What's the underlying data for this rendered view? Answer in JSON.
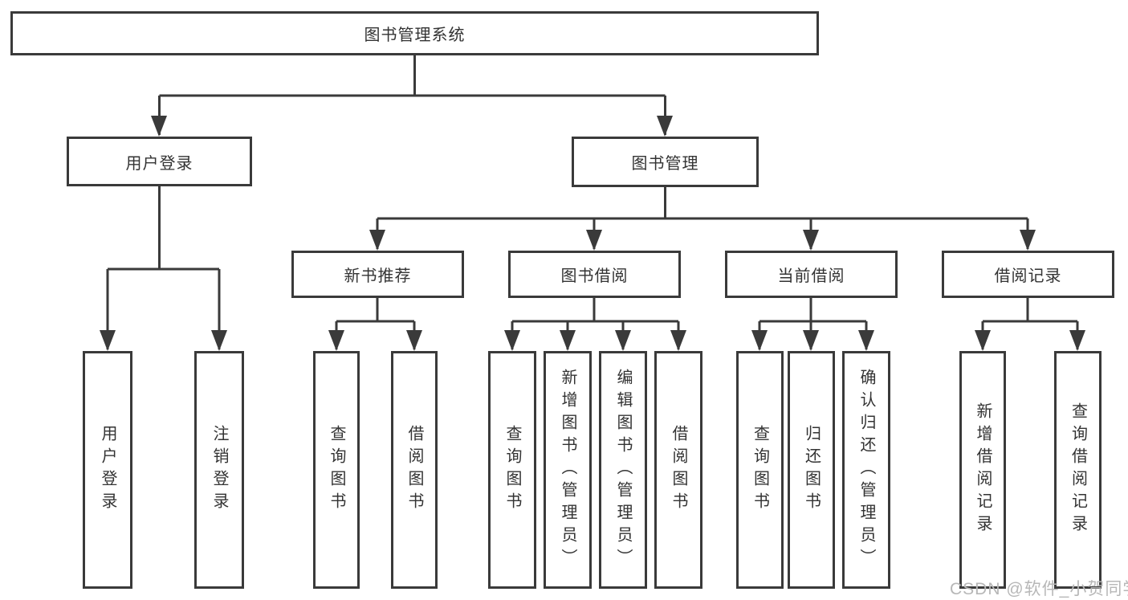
{
  "diagram_title": "图书管理系统",
  "tree": {
    "label": "图书管理系统",
    "children": [
      {
        "label": "用户登录",
        "children": [
          {
            "label": "用户登录"
          },
          {
            "label": "注销登录"
          }
        ]
      },
      {
        "label": "图书管理",
        "children": [
          {
            "label": "新书推荐",
            "children": [
              {
                "label": "查询图书"
              },
              {
                "label": "借阅图书"
              }
            ]
          },
          {
            "label": "图书借阅",
            "children": [
              {
                "label": "查询图书"
              },
              {
                "label": "新增图书（管理员）"
              },
              {
                "label": "编辑图书（管理员）"
              },
              {
                "label": "借阅图书"
              }
            ]
          },
          {
            "label": "当前借阅",
            "children": [
              {
                "label": "查询图书"
              },
              {
                "label": "归还图书"
              },
              {
                "label": "确认归还（管理员）"
              }
            ]
          },
          {
            "label": "借阅记录",
            "children": [
              {
                "label": "新增借阅记录"
              },
              {
                "label": "查询借阅记录"
              }
            ]
          }
        ]
      }
    ]
  },
  "watermark": {
    "text": "CSDN @软件_小贺同学"
  },
  "colors": {
    "line": "#3a3a3a",
    "text": "#333333",
    "background": "#ffffff",
    "watermark": "#b7b7b7"
  }
}
